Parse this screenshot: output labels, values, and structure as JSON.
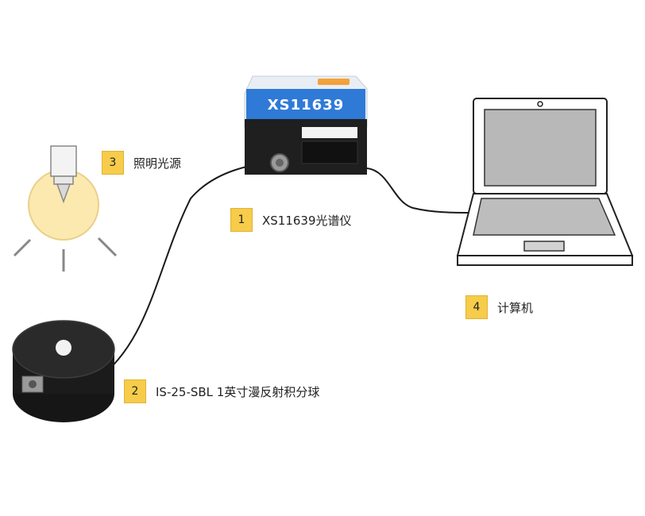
{
  "components": [
    {
      "number": "1",
      "label": "XS11639光谱仪"
    },
    {
      "number": "2",
      "label": "IS-25-SBL 1英寸漫反射积分球"
    },
    {
      "number": "3",
      "label": "照明光源"
    },
    {
      "number": "4",
      "label": "计算机"
    }
  ],
  "spectrometer": {
    "model_text": "XS11639"
  },
  "colors": {
    "badge": "#f6cc4a",
    "spectrometer_band": "#2f7ad6",
    "bulb_glow": "#fbe9b0",
    "device_body": "#1f1f1f"
  }
}
